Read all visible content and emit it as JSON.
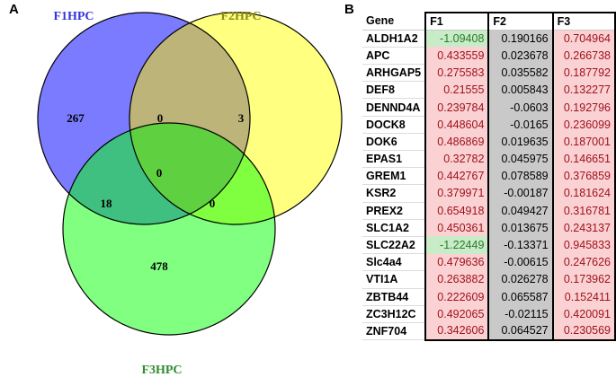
{
  "panel_a": {
    "letter": "A",
    "sets": [
      {
        "label": "F1HPC",
        "color": "#7b7bff",
        "label_color": "#3333dd"
      },
      {
        "label": "F2HPC",
        "color": "#ffff80",
        "label_color": "#8c8c1a"
      },
      {
        "label": "F3HPC",
        "color": "#80ff80",
        "label_color": "#2e8b2e"
      }
    ],
    "counts": {
      "f1_only": "267",
      "f2_only": "3",
      "f3_only": "478",
      "f1_f2": "0",
      "f1_f3": "18",
      "f2_f3": "0",
      "f1_f2_f3": "0"
    }
  },
  "panel_b": {
    "letter": "B",
    "headers": [
      "Gene",
      "F1",
      "F2",
      "F3"
    ],
    "rows": [
      {
        "gene": "ALDH1A2",
        "f1": "-1.09408",
        "f2": "0.190166",
        "f3": "0.704964"
      },
      {
        "gene": "APC",
        "f1": "0.433559",
        "f2": "0.023678",
        "f3": "0.266738"
      },
      {
        "gene": "ARHGAP5",
        "f1": "0.275583",
        "f2": "0.035582",
        "f3": "0.187792"
      },
      {
        "gene": "DEF8",
        "f1": "0.21555",
        "f2": "0.005843",
        "f3": "0.132277"
      },
      {
        "gene": "DENND4A",
        "f1": "0.239784",
        "f2": "-0.0603",
        "f3": "0.192796"
      },
      {
        "gene": "DOCK8",
        "f1": "0.448604",
        "f2": "-0.0165",
        "f3": "0.236099"
      },
      {
        "gene": "DOK6",
        "f1": "0.486869",
        "f2": "0.019635",
        "f3": "0.187001"
      },
      {
        "gene": "EPAS1",
        "f1": "0.32782",
        "f2": "0.045975",
        "f3": "0.146651"
      },
      {
        "gene": "GREM1",
        "f1": "0.442767",
        "f2": "0.078589",
        "f3": "0.376859"
      },
      {
        "gene": "KSR2",
        "f1": "0.379971",
        "f2": "-0.00187",
        "f3": "0.181624"
      },
      {
        "gene": "PREX2",
        "f1": "0.654918",
        "f2": "0.049427",
        "f3": "0.316781"
      },
      {
        "gene": "SLC1A2",
        "f1": "0.450361",
        "f2": "0.013675",
        "f3": "0.243137"
      },
      {
        "gene": "SLC22A2",
        "f1": "-1.22449",
        "f2": "-0.13371",
        "f3": "0.945833"
      },
      {
        "gene": "Slc4a4",
        "f1": "0.479636",
        "f2": "-0.00615",
        "f3": "0.247626"
      },
      {
        "gene": "VTI1A",
        "f1": "0.263882",
        "f2": "0.026278",
        "f3": "0.173962"
      },
      {
        "gene": "ZBTB44",
        "f1": "0.222609",
        "f2": "0.065587",
        "f3": "0.152411"
      },
      {
        "gene": "ZC3H12C",
        "f1": "0.492065",
        "f2": "-0.02115",
        "f3": "0.420091"
      },
      {
        "gene": "ZNF704",
        "f1": "0.342606",
        "f2": "0.064527",
        "f3": "0.230569"
      }
    ]
  }
}
